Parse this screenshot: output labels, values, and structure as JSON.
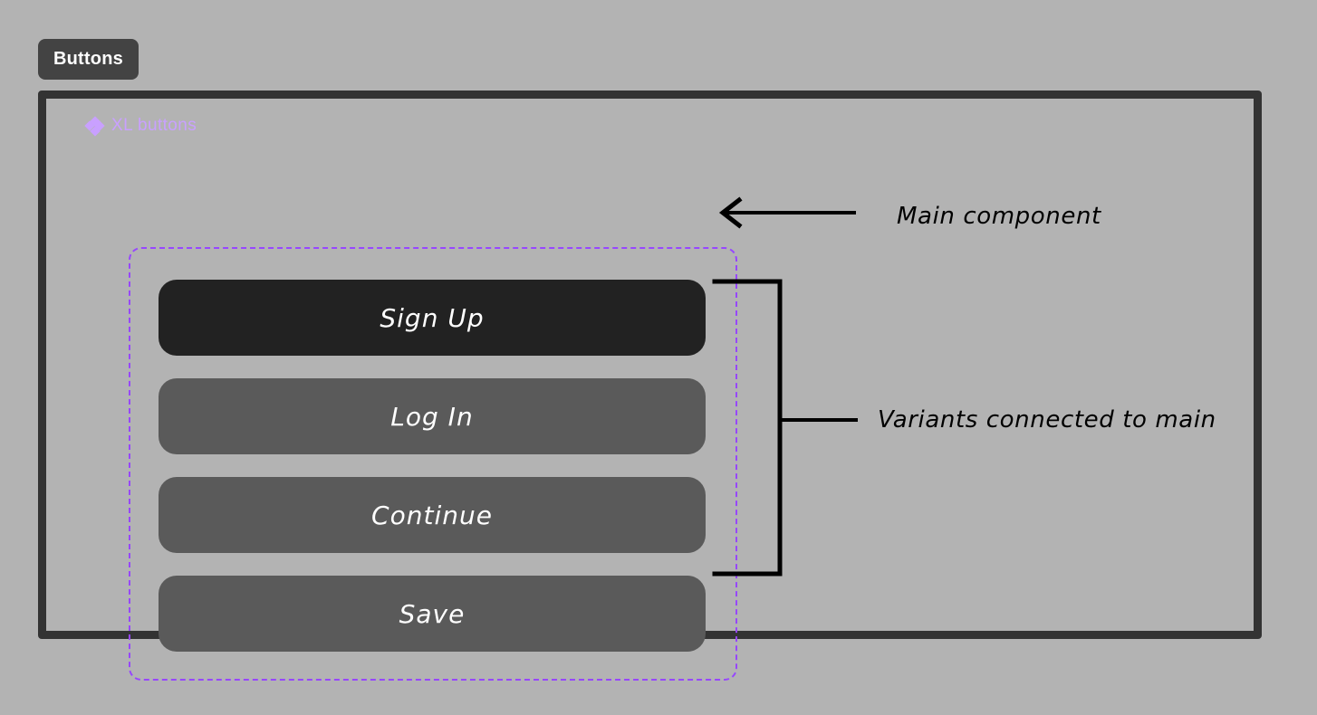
{
  "canvas": {
    "background_color": "#b3b3b3"
  },
  "frame": {
    "label": "Buttons",
    "label_bg_color": "#434343",
    "label_text_color": "#ffffff",
    "border_color": "#333333"
  },
  "component_set": {
    "name": "XL buttons",
    "icon": "component-diamond-icon",
    "accent_color": "#9747ff",
    "label_color": "#c9a0ff",
    "boundary_style": "dashed"
  },
  "buttons": [
    {
      "label": "Sign Up",
      "role": "main",
      "bg_color": "#222222",
      "text_color": "#ffffff"
    },
    {
      "label": "Log In",
      "role": "variant",
      "bg_color": "#5a5a5a",
      "text_color": "#ffffff"
    },
    {
      "label": "Continue",
      "role": "variant",
      "bg_color": "#5a5a5a",
      "text_color": "#ffffff"
    },
    {
      "label": "Save",
      "role": "variant",
      "bg_color": "#5a5a5a",
      "text_color": "#ffffff"
    }
  ],
  "annotations": [
    {
      "id": "main-component",
      "text": "Main component",
      "marker": "left-arrow",
      "color": "#000000"
    },
    {
      "id": "variants",
      "text": "Variants connected to main",
      "marker": "bracket",
      "color": "#000000"
    }
  ]
}
